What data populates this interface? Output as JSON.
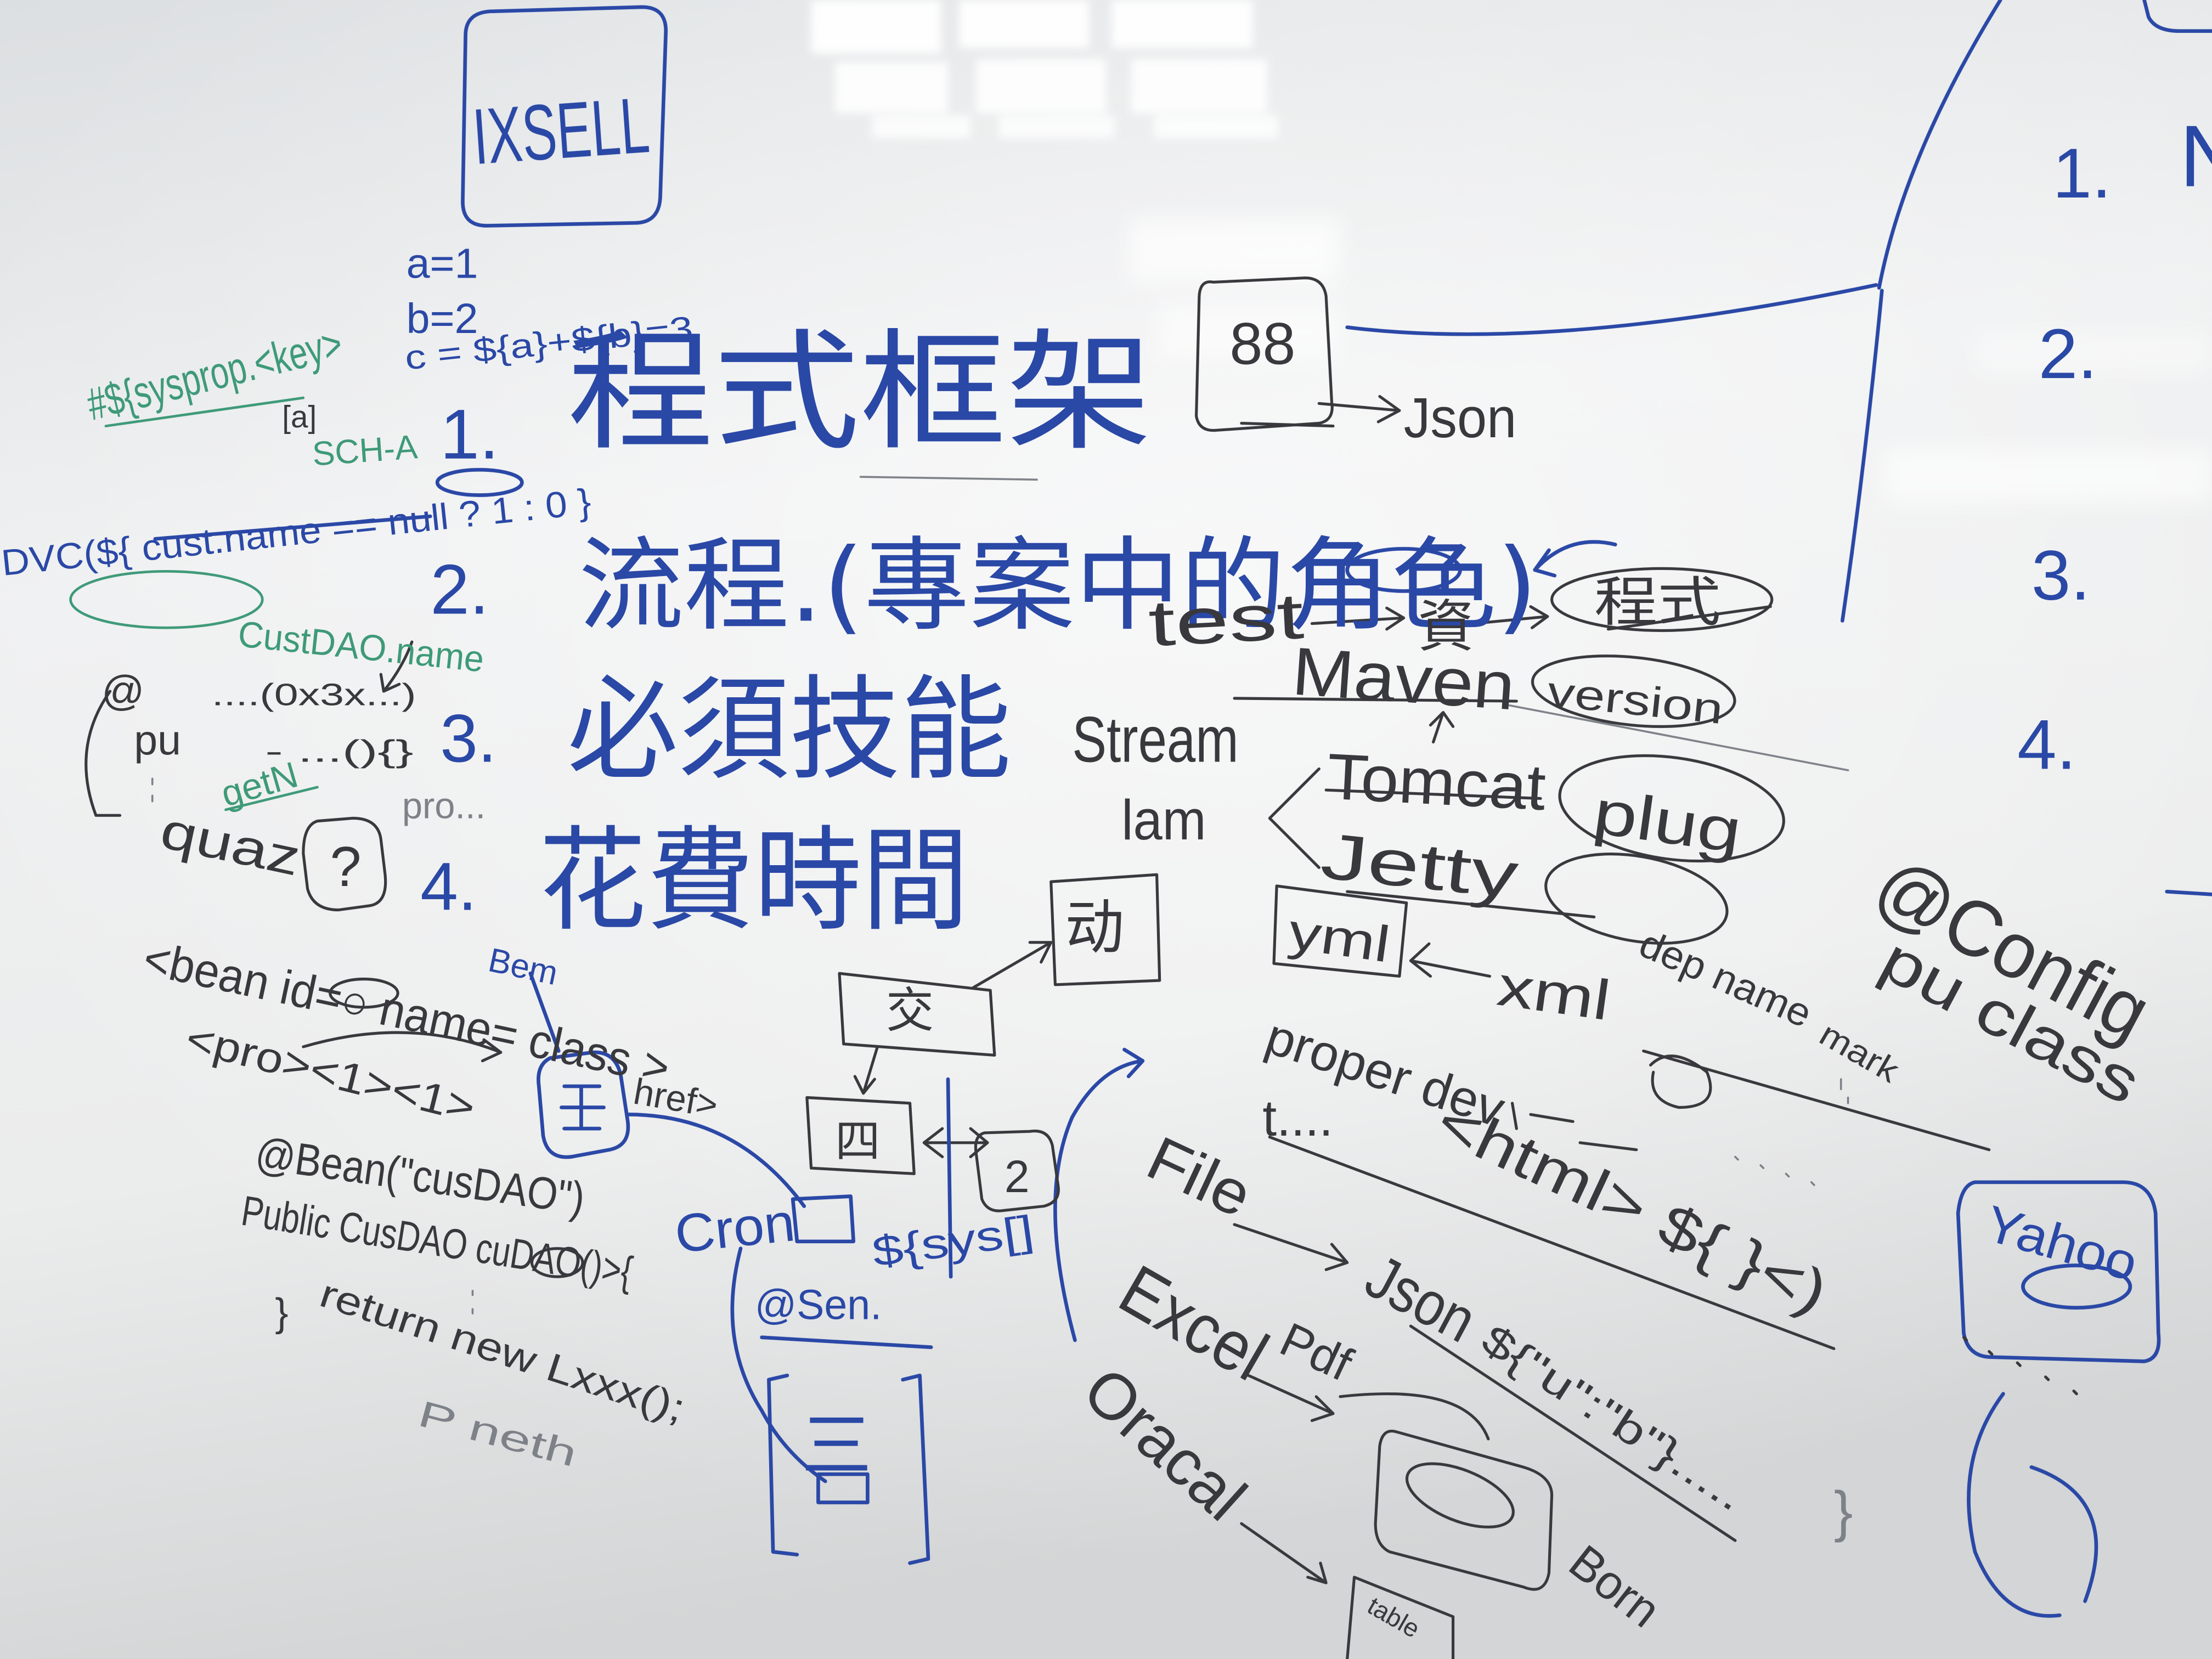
{
  "title_box": "IXSELL",
  "variables": [
    "a=1",
    "b=2",
    "c = ${a}+${b}=3"
  ],
  "green_notes": {
    "sysprop": "#${sysprop.<key>",
    "array": "[a]",
    "schema": "SCH-A",
    "dao_name": "CustDAO.name",
    "getter": "getN"
  },
  "expression": "DVC(${ cust.name == null ? 1 : 0 }",
  "left_notes": {
    "at": "@",
    "args": "....(0x3x...)",
    "pu": "pu",
    "method": "- ...(){}",
    "pro": "pro...",
    "quaz": "quaz",
    "question": "?"
  },
  "outline": [
    {
      "num": "1.",
      "text": "程式框架"
    },
    {
      "num": "2.",
      "text": "流程.(專案中的角色)"
    },
    {
      "num": "3.",
      "text": "必須技能"
    },
    {
      "num": "4.",
      "text": "花費時間"
    }
  ],
  "framework": {
    "box": "88",
    "json": "Json"
  },
  "right_column": {
    "items": [
      "1.",
      "2.",
      "3.",
      "4."
    ],
    "partial": "N"
  },
  "flow": {
    "test": "test",
    "zi": "資",
    "program": "程式"
  },
  "skills": {
    "stream": "Stream",
    "lam": "lam",
    "maven": "Maven",
    "version": "version",
    "tomcat": "Tomcat",
    "plug": "plug",
    "jetty": "Jetty",
    "yml": "yml",
    "xml": "xml",
    "dep_name": "dep name",
    "mark": "mark",
    "config": "@Config",
    "pu_class": "pu class",
    "proper_dev": "proper dev",
    "t": "t....",
    "html": "<html> ${ }<)",
    "file": "File",
    "json": "Json",
    "json_value": "${\"u\":\"b\"}.....",
    "excel": "Excel",
    "pdf": "Pdf",
    "oracal": "Oracal",
    "born": "Born",
    "table": "table",
    "yahoo": "Yahoo",
    "brace": "}"
  },
  "bean_config": {
    "bean": "<bean id=○ name= class >",
    "bem": "Bem",
    "pro": "<pro><1><1>",
    "href": "href>",
    "annotation": "@Bean(\"cusDAO\")",
    "method": "Public CusDAO cuDAO()>{",
    "ret": "return new Lxxx();",
    "close": "}",
    "p": "P neth"
  },
  "diagram": {
    "jiao": "交",
    "dong": "动",
    "si": "四",
    "two": "2",
    "cron": "Cron",
    "sys": "${sys[]",
    "sen": "@Sen.",
    "san": "三"
  },
  "colors": {
    "blue_marker": "#2a48a6",
    "black_marker": "#38383d",
    "green_marker": "#3e9a78",
    "faint_marker": "#7d8188"
  }
}
